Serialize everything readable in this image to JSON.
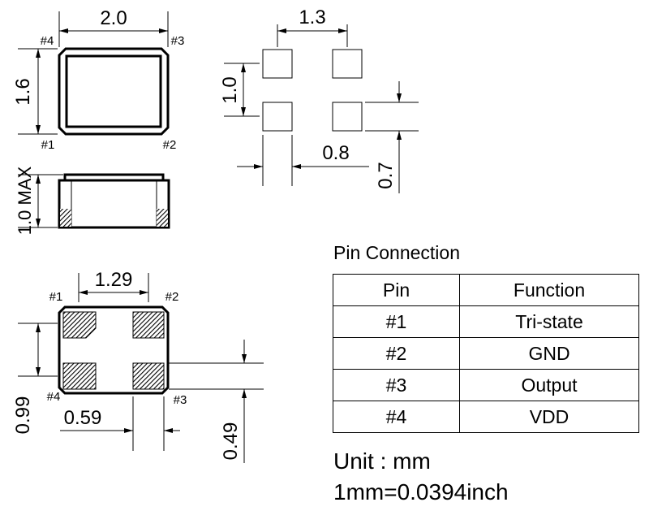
{
  "top_view": {
    "width": "2.0",
    "height": "1.6",
    "pins": [
      "#1",
      "#2",
      "#3",
      "#4"
    ]
  },
  "side_view": {
    "height": "1.0 MAX"
  },
  "land_pattern": {
    "pitch_x": "1.3",
    "pitch_y": "1.0",
    "pad_width": "0.8",
    "pad_height": "0.7"
  },
  "bottom_view": {
    "pitch_x": "1.29",
    "pitch_y": "0.99",
    "pad_width": "0.59",
    "pad_height": "0.49",
    "pins": [
      "#1",
      "#2",
      "#3",
      "#4"
    ]
  },
  "pin_table": {
    "title": "Pin Connection",
    "headers": [
      "Pin",
      "Function"
    ],
    "rows": [
      {
        "pin": "#1",
        "function": "Tri-state"
      },
      {
        "pin": "#2",
        "function": "GND"
      },
      {
        "pin": "#3",
        "function": "Output"
      },
      {
        "pin": "#4",
        "function": "VDD"
      }
    ]
  },
  "units": {
    "unit": "Unit : mm",
    "conversion": "1mm=0.0394inch"
  }
}
